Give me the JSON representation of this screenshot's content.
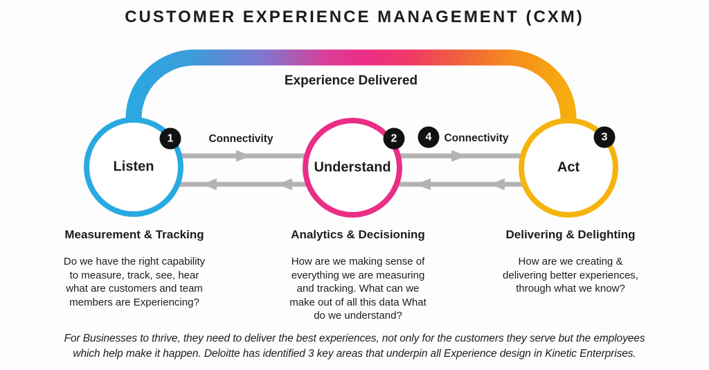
{
  "title": "CUSTOMER EXPERIENCE MANAGEMENT (CXM)",
  "arc": {
    "label": "Experience Delivered"
  },
  "connectivity": [
    {
      "label": "Connectivity"
    },
    {
      "label": "Connectivity"
    }
  ],
  "badges": [
    {
      "value": "1"
    },
    {
      "value": "2"
    },
    {
      "value": "3"
    },
    {
      "value": "4"
    }
  ],
  "circles": [
    {
      "label": "Listen",
      "color": "#29A9E1"
    },
    {
      "label": "Understand",
      "color": "#EA2E86"
    },
    {
      "label": "Act",
      "color": "#F5B40D"
    }
  ],
  "columns": [
    {
      "heading": "Measurement & Tracking",
      "lines": [
        "Do we have the right capability",
        "to measure, track, see, hear",
        "what are customers and team",
        "members are Experiencing?"
      ]
    },
    {
      "heading": "Analytics & Decisioning",
      "lines": [
        "How are we making sense of",
        "everything we are measuring",
        "and tracking. What can we",
        "make out of all this data What",
        "do we understand?"
      ]
    },
    {
      "heading": "Delivering & Delighting",
      "lines": [
        "How are we creating &",
        "delivering better experiences,",
        "through what we know?"
      ]
    }
  ],
  "footer": {
    "lines": [
      "For Businesses to thrive, they need to deliver the best experiences, not only for the customers they serve but the employees",
      "which help make it happen. Deloitte has identified 3 key areas that underpin all Experience design in Kinetic Enterprises."
    ]
  },
  "colors": {
    "listen_blue": "#29A9E1",
    "understand_pink": "#EA2E86",
    "act_yellow": "#F5B40D",
    "arrow_gray": "#B3B3B3",
    "badge_black": "#111111",
    "arc_gradient": [
      "#29A9E1",
      "#3E9BDB",
      "#7E78CF",
      "#DC3D97",
      "#EC2E85",
      "#EE3A68",
      "#F1603C",
      "#F58A1D",
      "#F6B10D"
    ]
  }
}
